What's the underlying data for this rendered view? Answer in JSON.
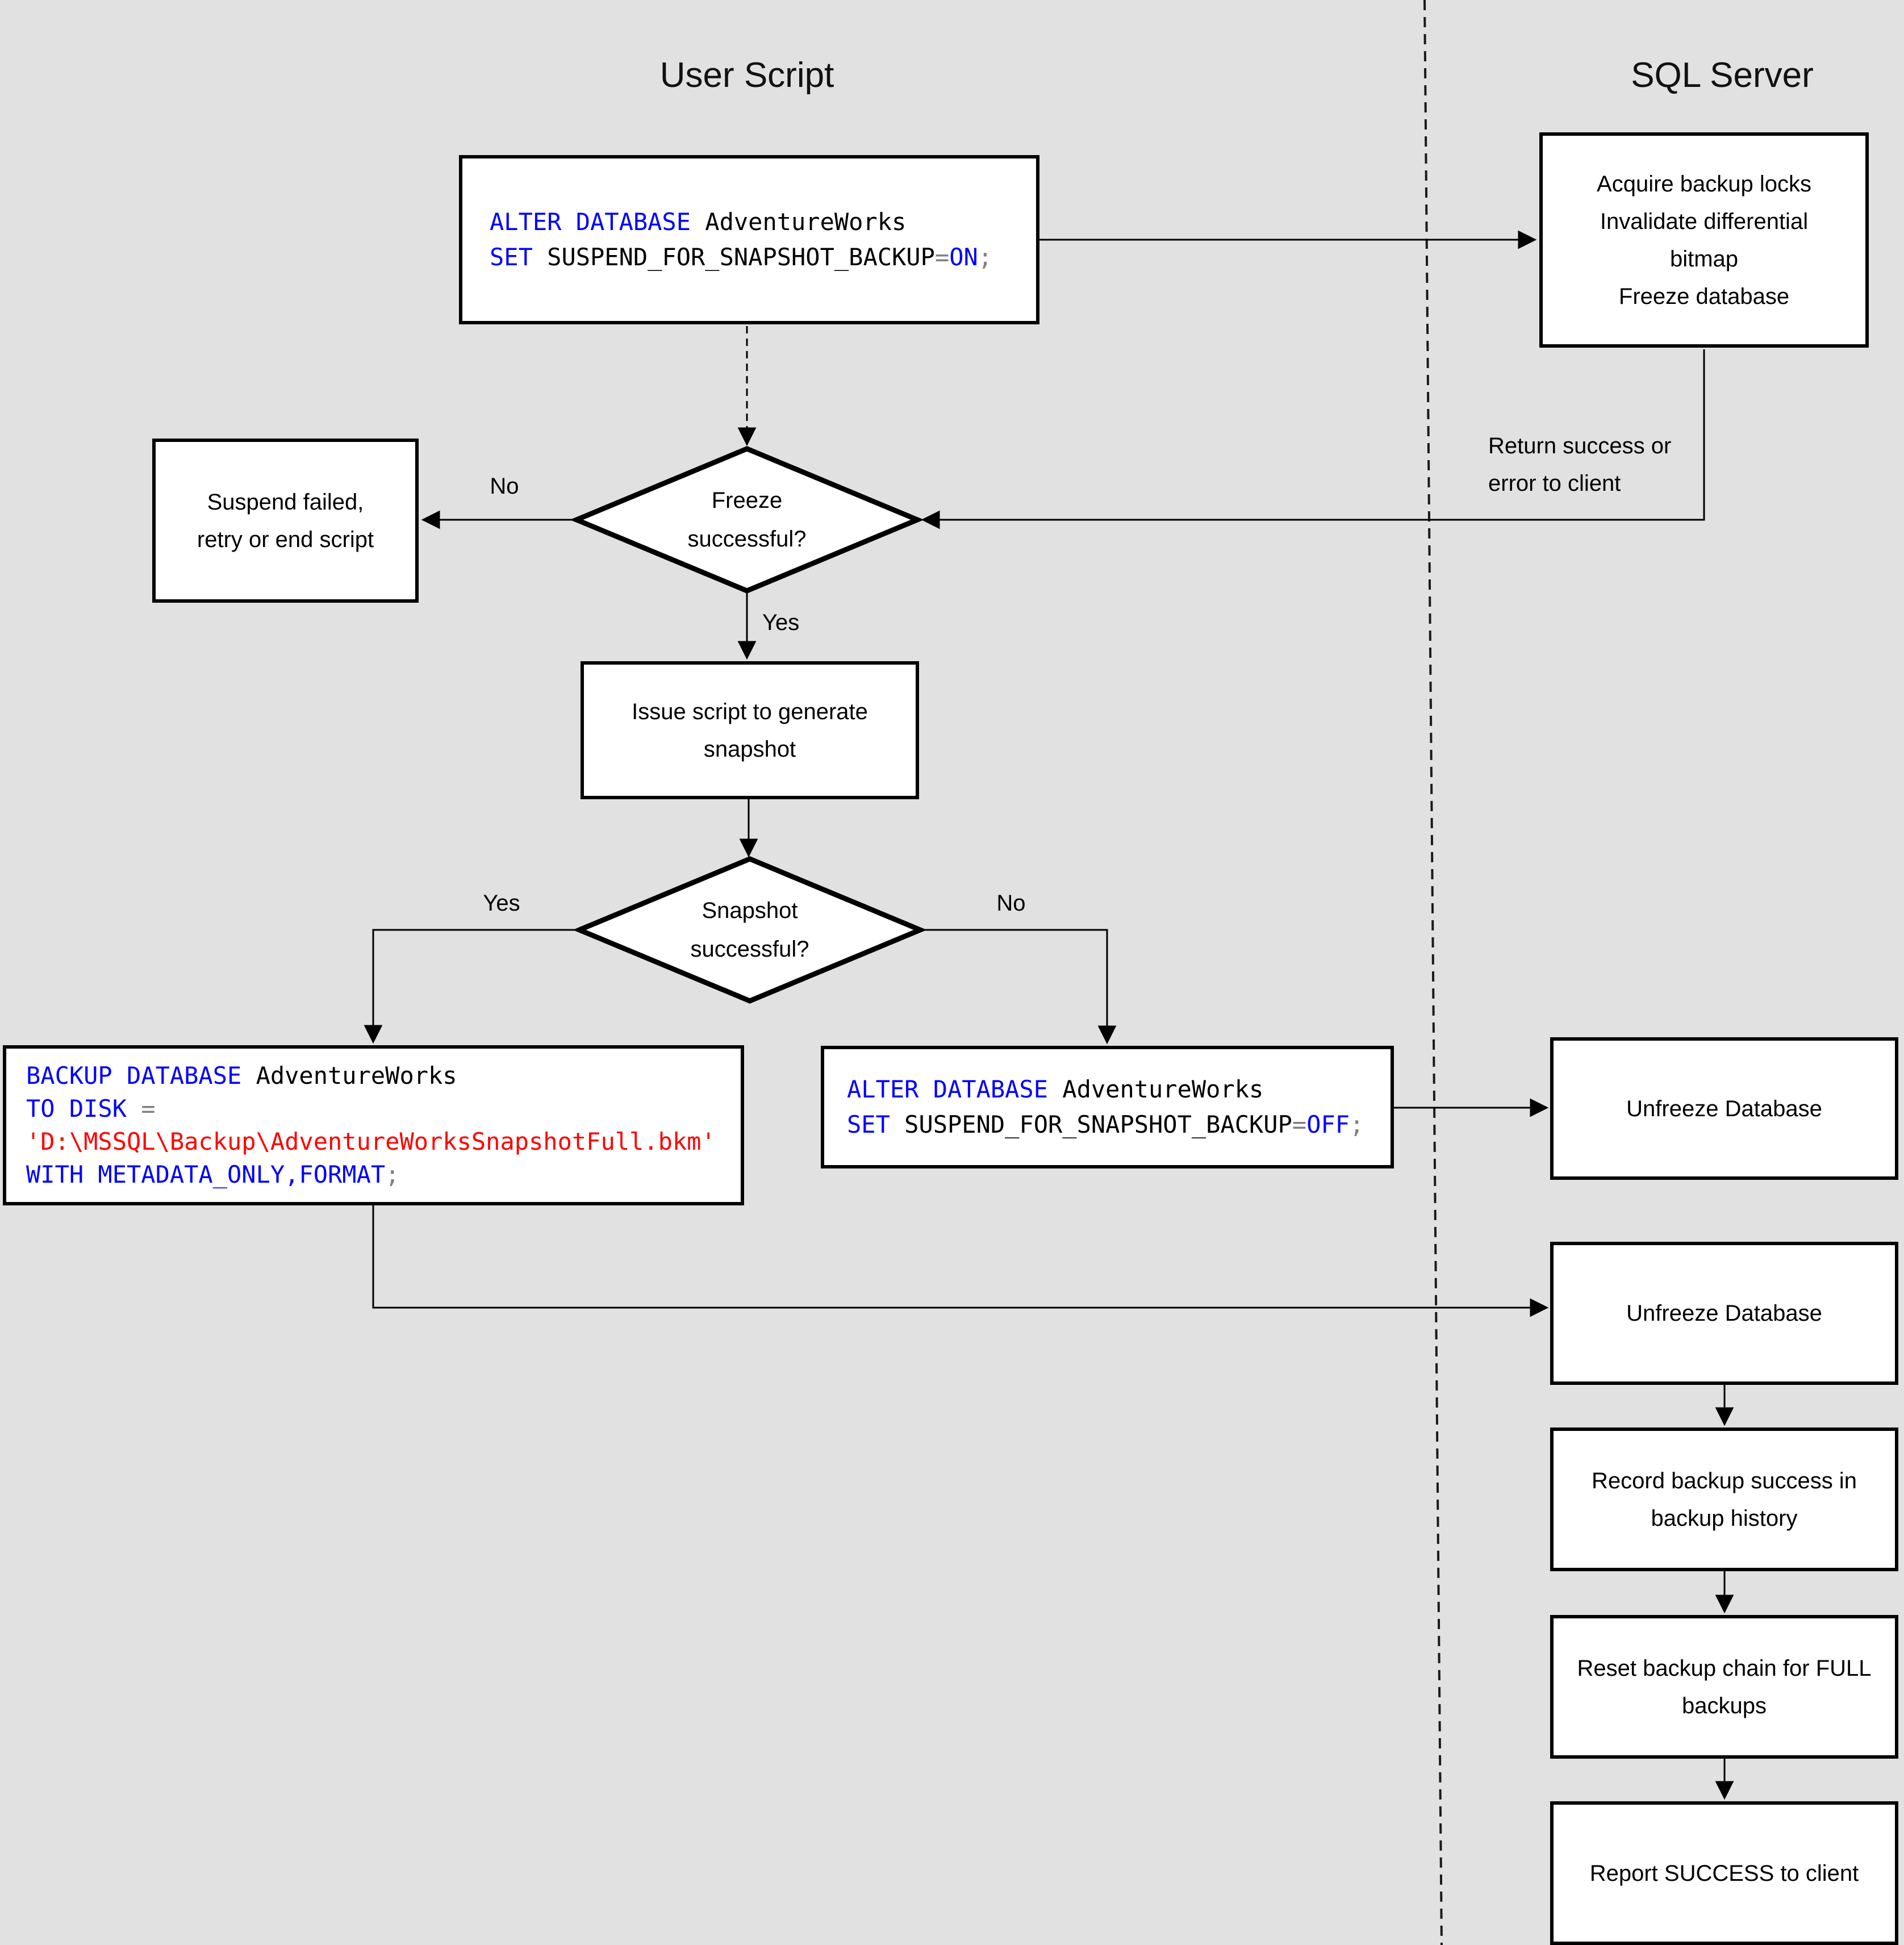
{
  "titles": {
    "left": "User Script",
    "right": "SQL Server"
  },
  "colors": {
    "background": "#e1e1e1",
    "node_fill": "#ffffff",
    "node_border": "#000000",
    "sql_keyword": "#0000ff",
    "sql_string": "#ff0000",
    "sql_operator": "#808080",
    "text": "#000000"
  },
  "labels": {
    "freeze_no": "No",
    "freeze_yes": "Yes",
    "snapshot_yes": "Yes",
    "snapshot_no": "No",
    "return_note": [
      "Return success or",
      "error to client"
    ]
  },
  "nodes": {
    "suspend_on_code": {
      "tokens": [
        [
          {
            "t": "ALTER DATABASE ",
            "c": "k"
          },
          {
            "t": "AdventureWorks",
            "c": "p"
          }
        ],
        [
          {
            "t": "SET ",
            "c": "k"
          },
          {
            "t": "SUSPEND_FOR_SNAPSHOT_BACKUP",
            "c": "p"
          },
          {
            "t": "=",
            "c": "o"
          },
          {
            "t": "ON",
            "c": "k"
          },
          {
            "t": ";",
            "c": "o"
          }
        ]
      ]
    },
    "acquire": {
      "lines": [
        "Acquire backup locks",
        "Invalidate differential",
        "bitmap",
        "Freeze database"
      ]
    },
    "freeze_decision": {
      "lines": [
        "Freeze",
        "successful?"
      ]
    },
    "suspend_failed": {
      "lines": [
        "Suspend failed,",
        "retry or end script"
      ]
    },
    "issue_script": {
      "lines": [
        "Issue script to generate",
        "snapshot"
      ]
    },
    "snapshot_decision": {
      "lines": [
        "Snapshot",
        "successful?"
      ]
    },
    "backup_code": {
      "tokens": [
        [
          {
            "t": "BACKUP DATABASE ",
            "c": "k"
          },
          {
            "t": "AdventureWorks",
            "c": "p"
          }
        ],
        [
          {
            "t": "TO DISK ",
            "c": "k"
          },
          {
            "t": "=",
            "c": "o"
          }
        ],
        [
          {
            "t": "'D:\\MSSQL\\Backup\\AdventureWorksSnapshotFull.bkm'",
            "c": "s"
          }
        ],
        [
          {
            "t": "WITH METADATA_ONLY,FORMAT",
            "c": "k"
          },
          {
            "t": ";",
            "c": "o"
          }
        ]
      ]
    },
    "suspend_off_code": {
      "tokens": [
        [
          {
            "t": "ALTER DATABASE ",
            "c": "k"
          },
          {
            "t": "AdventureWorks",
            "c": "p"
          }
        ],
        [
          {
            "t": "SET ",
            "c": "k"
          },
          {
            "t": "SUSPEND_FOR_SNAPSHOT_BACKUP",
            "c": "p"
          },
          {
            "t": "=",
            "c": "o"
          },
          {
            "t": "OFF",
            "c": "k"
          },
          {
            "t": ";",
            "c": "o"
          }
        ]
      ]
    },
    "unfreeze1": {
      "text": "Unfreeze Database"
    },
    "unfreeze2": {
      "text": "Unfreeze Database"
    },
    "record_history": {
      "lines": [
        "Record backup success in",
        "backup history"
      ]
    },
    "reset_chain": {
      "lines": [
        "Reset backup chain for FULL",
        "backups"
      ]
    },
    "report_success": {
      "text": "Report SUCCESS to client"
    }
  }
}
